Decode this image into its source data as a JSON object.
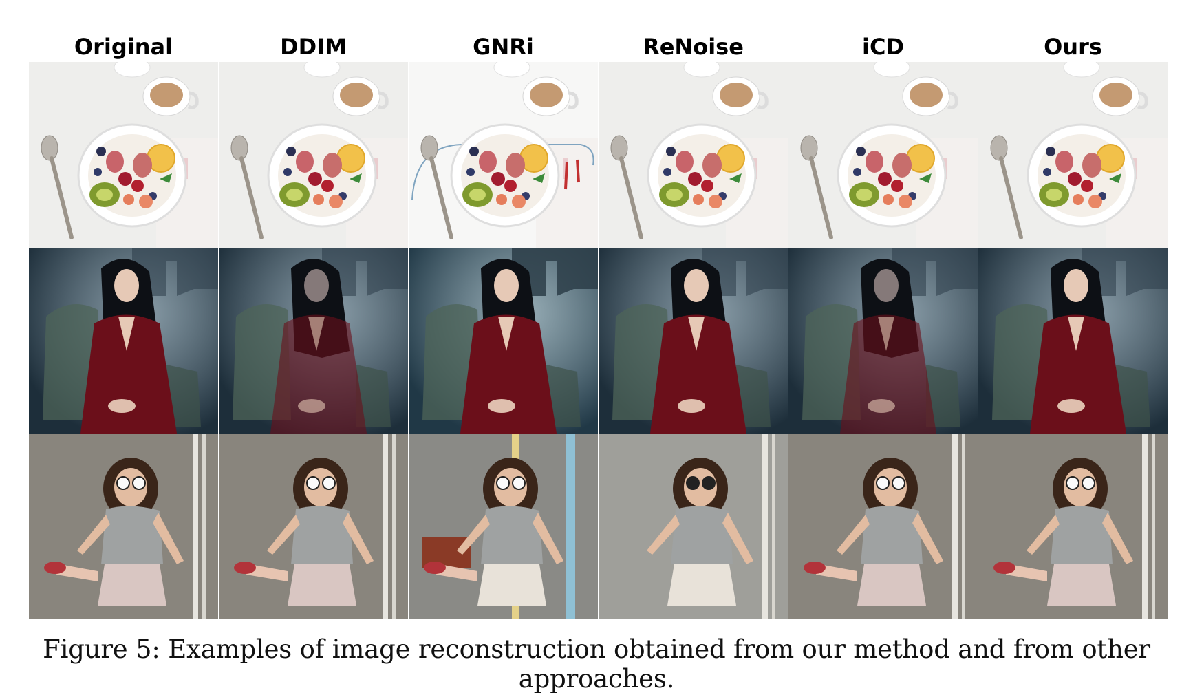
{
  "figure": {
    "columns": [
      "Original",
      "DDIM",
      "GNRi",
      "ReNoise",
      "iCD",
      "Ours"
    ],
    "rows": [
      {
        "name": "breakfast-bowl",
        "subject": "fruit bowl with coffee cup and spoon"
      },
      {
        "name": "dark-portrait",
        "subject": "woman in red dress seated on ornate chair"
      },
      {
        "name": "girl-sunglasses",
        "subject": "girl with white sunglasses against concrete wall"
      }
    ],
    "caption": "Figure 5: Examples of image reconstruction obtained from our method and from other approaches."
  },
  "palette": {
    "bowl_bg": "#eeeeec",
    "portrait_bg": "#1d2e3a",
    "wall_bg": "#8d8a82",
    "dress": "#6b0f1a",
    "skin": "#e6c9b6"
  }
}
